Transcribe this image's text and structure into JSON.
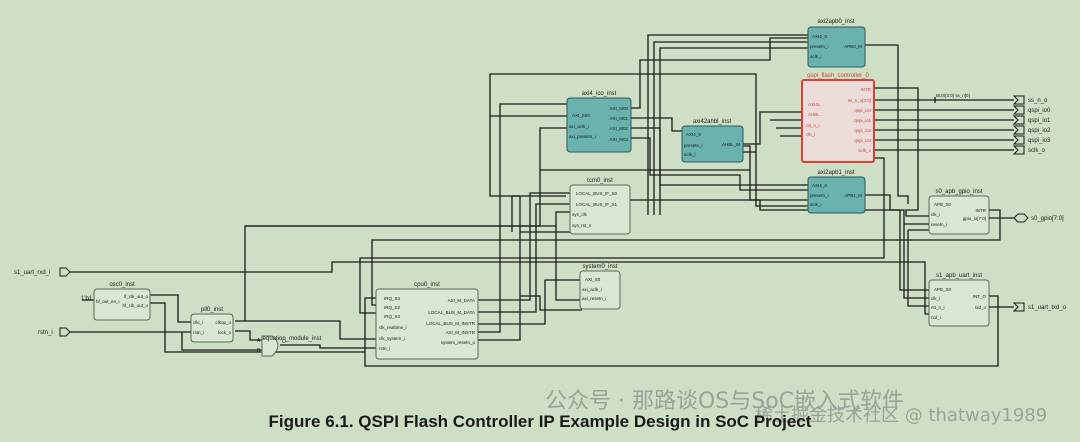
{
  "caption": "Figure 6.1. QSPI Flash Controller IP Example Design in SoC Project",
  "watermark": {
    "line1": "公众号 · 那路谈OS与SoC嵌入式软件",
    "line2": "稀土掘金技术社区 @ thatway1989"
  },
  "colors": {
    "background": "#cfdfc5",
    "teal_block": "#69b2b0",
    "plain_block": "#d9e6d1",
    "highlight_border": "#d9413a",
    "highlight_fill": "#e9dcd9"
  },
  "blocks": {
    "axi2apb0": {
      "title": "axi2apb0_inst",
      "ports_left": [
        "AXI4_S",
        "presetn_i",
        "aclk_i"
      ],
      "ports_right": [
        "APB0_M"
      ]
    },
    "axi4_ico": {
      "title": "axi4_ico_inst",
      "ports_left": [
        "AXI_S00",
        "axi_aclk_i",
        "axi_presetn_i"
      ],
      "ports_right": [
        "AXI_M00",
        "AXI_M01",
        "AXI_M02",
        "AXI_M03"
      ]
    },
    "axi42ahbl": {
      "title": "axi42ahbl_inst",
      "ports_left": [
        "AXI4_S",
        "presetn_i",
        "aclk_i"
      ],
      "ports_right": [
        "AHBL_M"
      ]
    },
    "qspi": {
      "title": "qspi_flash_controller_0",
      "ports_left": [
        "AXI4L",
        "AHBL",
        "rst_n_i",
        "clk_i"
      ],
      "ports_right": [
        "INTR",
        "ss_n_o[3:0]",
        "qspi_io0",
        "qspi_io1",
        "qspi_io2",
        "qspi_io3",
        "sclk_o"
      ]
    },
    "axi2apb1": {
      "title": "axi2apb1_inst",
      "ports_left": [
        "AXI4_S",
        "presetn_i",
        "aclk_i"
      ],
      "ports_right": [
        "APB1_M"
      ]
    },
    "tcm0": {
      "title": "tcm0_inst",
      "ports_left": [
        "LOCAL_BUS_IF_S0",
        "LOCAL_BUS_IF_S1",
        "sys_clk",
        "sys_rst_n"
      ]
    },
    "gpio": {
      "title": "s0_apb_gpio_inst",
      "ports_left": [
        "APB_S0",
        "clk_i",
        "resetn_i"
      ],
      "ports_right": [
        "INTR",
        "gpio_io[7:0]"
      ]
    },
    "system0": {
      "title": "system0_inst",
      "ports_left": [
        "AXI_S0",
        "axi_aclk_i",
        "axi_resetn_i"
      ]
    },
    "osc0": {
      "title": "osc0_inst",
      "ports_left": [
        "hf_out_en_i"
      ],
      "ports_right": [
        "lf_clk_out_o",
        "hf_clk_out_o"
      ]
    },
    "pll0": {
      "title": "pll0_inst",
      "ports_left": [
        "clki_i",
        "rstn_i"
      ],
      "ports_right": [
        "clkop_o",
        "lock_o"
      ]
    },
    "cpu0": {
      "title": "cpu0_inst",
      "ports_left": [
        "IRQ_S4",
        "IRQ_S2",
        "IRQ_S3",
        "clk_realtime_i",
        "clk_system_i",
        "rstn_i"
      ],
      "ports_right": [
        "AXI_M_DATA",
        "LOCAL_BUS_M_DATA",
        "LOCAL_BUS_M_INSTR",
        "AXI_M_INSTR",
        "system_resetn_o"
      ]
    },
    "uart": {
      "title": "s1_apb_uart_inst",
      "ports_left": [
        "APB_S0",
        "clk_i",
        "rst_n_i",
        "rxd_i"
      ],
      "ports_right": [
        "INT_O",
        "txd_o"
      ]
    },
    "eqn": {
      "title": "equation_module_inst",
      "ports_left": [
        "A",
        "B"
      ],
      "ports_right": [
        "O"
      ]
    }
  },
  "io": {
    "uart_rxd": "s1_uart_rxd_i",
    "rstn": "rstn_i",
    "const_1b1": "1'b1",
    "ss_n": "ss_n_o",
    "qspi_io0": "qspi_io0",
    "qspi_io1": "qspi_io1",
    "qspi_io2": "qspi_io2",
    "qspi_io3": "qspi_io3",
    "sclk": "sclk_o",
    "gpio": "s0_gpio[7:0]",
    "uart_txd": "s1_uart_txd_o",
    "bus_label": "BUS[3:0] ss_n[0]"
  }
}
